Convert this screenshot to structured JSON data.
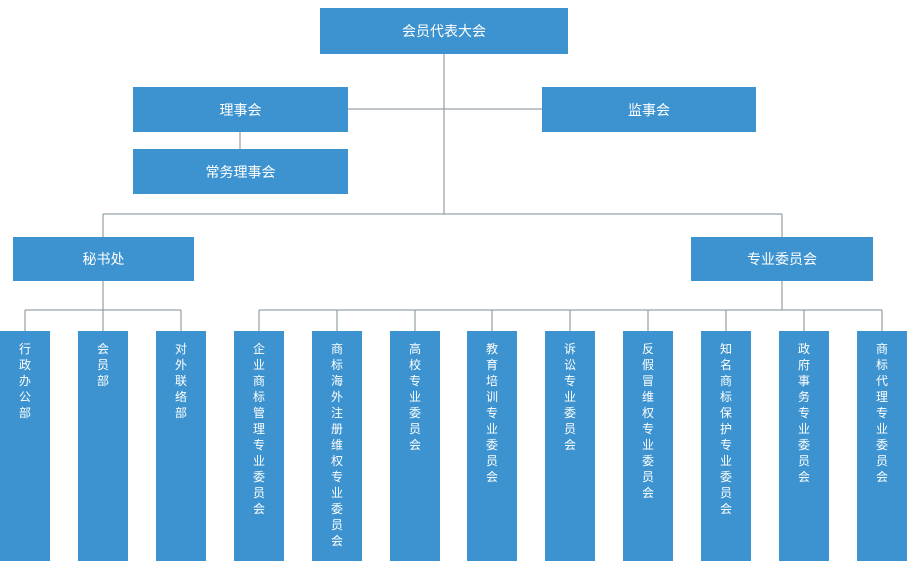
{
  "org_chart": {
    "top": {
      "assembly": "会员代表大会",
      "council": "理事会",
      "supervisory_board": "监事会",
      "standing_council": "常务理事会"
    },
    "middle": {
      "secretariat": "秘书处",
      "committees": "专业委员会"
    },
    "secretariat_departments": [
      "行政办公部",
      "会员部",
      "对外联络部"
    ],
    "committees": [
      "企业商标管理专业委员会",
      "商标海外注册维权专业委员会",
      "高校专业委员会",
      "教育培训专业委员会",
      "诉讼专业委员会",
      "反假冒维权专业委员会",
      "知名商标保护专业委员会",
      "政府事务专业委员会",
      "商标代理专业委员会"
    ]
  },
  "colors": {
    "box_fill": "#3d93cf",
    "box_text": "#ffffff",
    "connector": "#7f8c96"
  }
}
